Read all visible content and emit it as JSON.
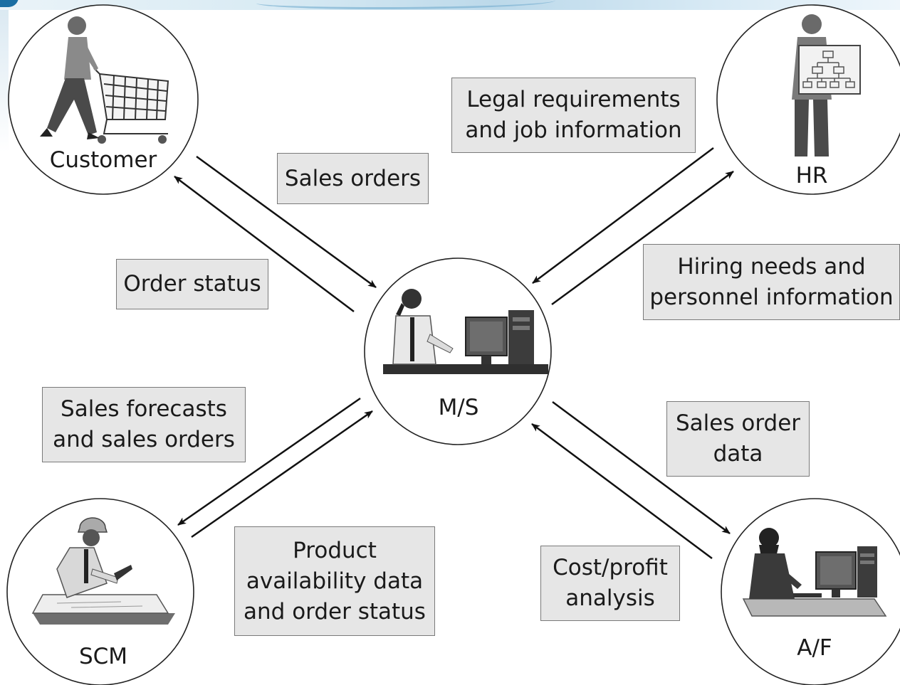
{
  "nodes": {
    "customer": "Customer",
    "hr": "HR",
    "ms": "M/S",
    "scm": "SCM",
    "af": "A/F"
  },
  "flows": {
    "sales_orders": [
      "Sales orders"
    ],
    "order_status": [
      "Order status"
    ],
    "legal_requirements": [
      "Legal requirements",
      "and job information"
    ],
    "hiring_needs": [
      "Hiring needs and",
      "personnel information"
    ],
    "sales_forecasts": [
      "Sales forecasts",
      "and sales orders"
    ],
    "product_availability": [
      "Product",
      "availability data",
      "and order status"
    ],
    "sales_order_data": [
      "Sales order",
      "data"
    ],
    "cost_profit": [
      "Cost/profit",
      "analysis"
    ]
  }
}
